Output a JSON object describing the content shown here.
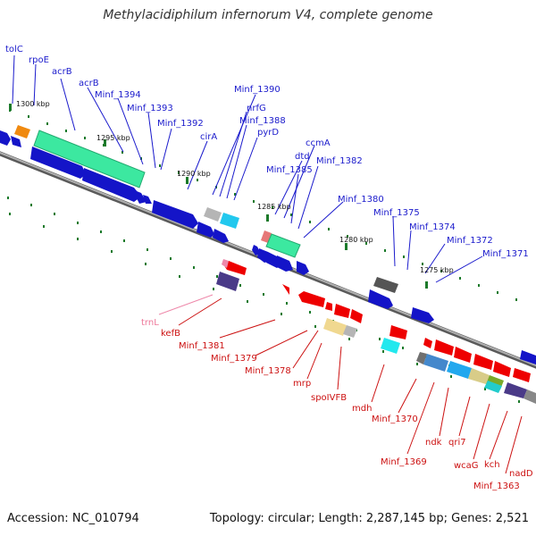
{
  "title": "Methylacidiphilum infernorum V4, complete genome",
  "footer": {
    "accession": "Accession: NC_010794",
    "topology": "Topology: circular; Length: 2,287,145 bp; Genes: 2,521"
  },
  "scale_labels": [
    "1300 kbp",
    "1295 kbp",
    "1290 kbp",
    "1285 kbp",
    "1280 kbp",
    "1275 kbp"
  ],
  "colors": {
    "forward_label": "#1a1acc",
    "reverse_label": "#cc1111",
    "trna_label": "#ee7799",
    "backbone": "#8a8a8a"
  },
  "forward_labels": [
    "tolC",
    "rpoE",
    "acrB",
    "acrB",
    "Minf_1394",
    "Minf_1393",
    "Minf_1392",
    "cirA",
    "Minf_1390",
    "nrfG",
    "Minf_1388",
    "pyrD",
    "ccmA",
    "dtd",
    "Minf_1385",
    "Minf_1382",
    "Minf_1380",
    "Minf_1375",
    "Minf_1374",
    "Minf_1372",
    "Minf_1371"
  ],
  "reverse_labels": [
    "trnL",
    "kefB",
    "Minf_1381",
    "Minf_1379",
    "Minf_1378",
    "mrp",
    "spoIVFB",
    "mdh",
    "Minf_1370",
    "Minf_1369",
    "ndk",
    "qri7",
    "wcaG",
    "kch",
    "Minf_1363",
    "nadD"
  ]
}
